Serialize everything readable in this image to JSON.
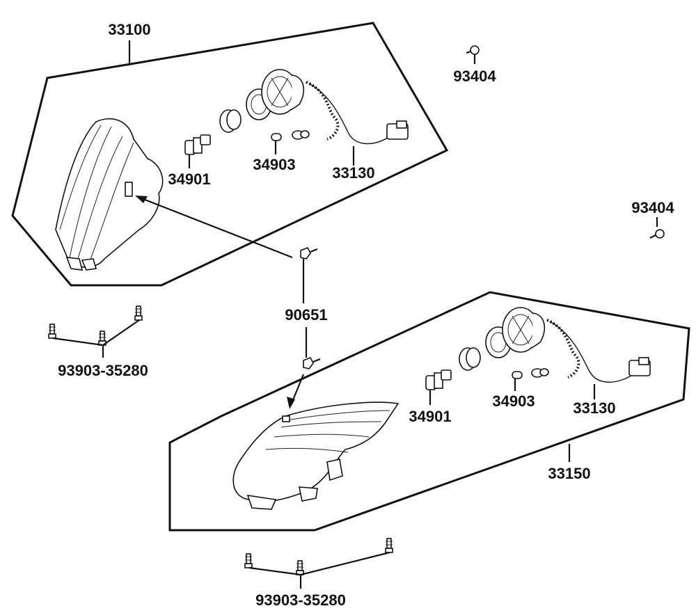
{
  "labels": {
    "upper_headlight_assy": "33100",
    "upper_bulb": "34901",
    "upper_small_bulb": "34903",
    "upper_harness": "33130",
    "nut_upper": "93404",
    "nut_right": "93404",
    "bolt_center": "90651",
    "screws_left": "93903-35280",
    "lower_headlight_assy": "33150",
    "lower_bulb": "34901",
    "lower_small_bulb": "34903",
    "lower_harness": "33130",
    "screws_bottom": "93903-35280"
  },
  "icons": {
    "headlight": "headlight-housing-icon",
    "bulb": "bulb-icon",
    "socket": "socket-icon",
    "screw": "screw-icon",
    "nut": "nut-icon",
    "connector": "connector-icon"
  }
}
